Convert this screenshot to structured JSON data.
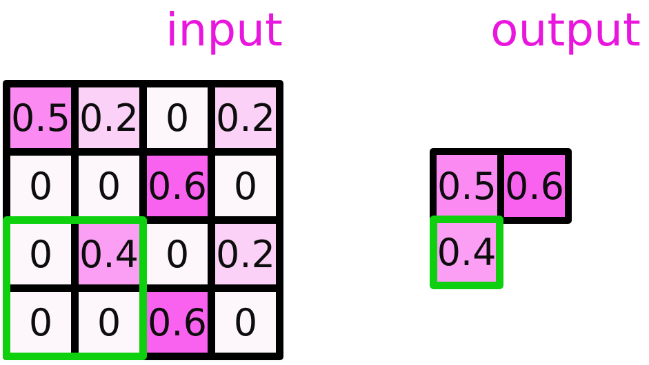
{
  "titles": {
    "input": "input",
    "output": "output"
  },
  "colors": {
    "title": "#e916de",
    "grid_line": "#000000",
    "highlight": "#0fd00f",
    "cell_text": "#0d0d0d",
    "background": "#ffffff",
    "value_colors": {
      "0": "#fdf6fb",
      "0.2": "#fbd1f7",
      "0.4": "#fa9ff4",
      "0.5": "#fb8af3",
      "0.6": "#f962ee"
    }
  },
  "input_grid": {
    "rows": 4,
    "cols": 4,
    "cells": [
      [
        "0.5",
        "0.2",
        "0",
        "0.2"
      ],
      [
        "0",
        "0",
        "0.6",
        "0"
      ],
      [
        "0",
        "0.4",
        "0",
        "0.2"
      ],
      [
        "0",
        "0",
        "0.6",
        "0"
      ]
    ],
    "highlight_window": {
      "row_start": 2,
      "col_start": 0,
      "rows": 2,
      "cols": 2
    }
  },
  "output_grid": {
    "top_row": [
      "0.5",
      "0.6"
    ],
    "highlighted_cell": "0.4"
  },
  "chart_data": {
    "type": "heatmap",
    "title": "max pooling input/output matrices",
    "input_matrix": [
      [
        0.5,
        0.2,
        0,
        0.2
      ],
      [
        0,
        0,
        0.6,
        0
      ],
      [
        0,
        0.4,
        0,
        0.2
      ],
      [
        0,
        0,
        0.6,
        0
      ]
    ],
    "output_values": [
      [
        0.5,
        0.6
      ],
      [
        0.4,
        null
      ]
    ],
    "value_range": [
      0,
      1
    ],
    "colormap": "white-to-magenta"
  }
}
